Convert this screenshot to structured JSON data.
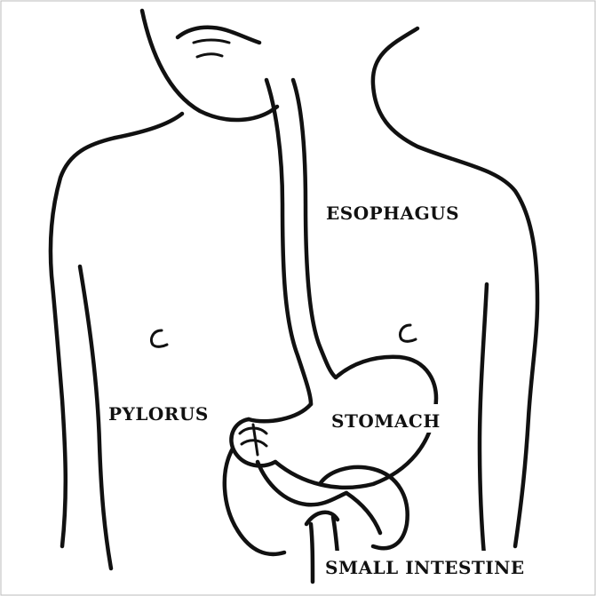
{
  "diagram": {
    "labels": {
      "esophagus": "ESOPHAGUS",
      "pylorus": "PYLORUS",
      "stomach": "STOMACH",
      "small_intestine": "SMALL INTESTINE"
    }
  }
}
